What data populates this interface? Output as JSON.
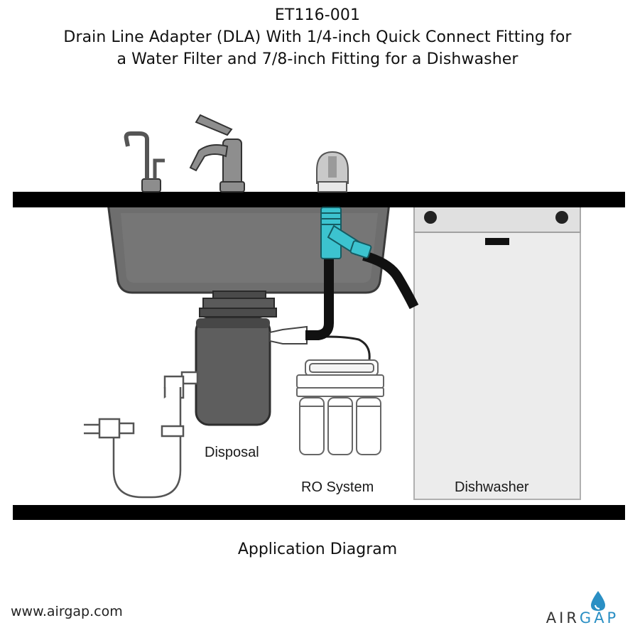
{
  "header": {
    "part_number": "ET116-001",
    "title_line_1": "Drain Line Adapter (DLA) With 1/4-inch Quick Connect Fitting for",
    "title_line_2": "a Water Filter and 7/8-inch Fitting for a Dishwasher"
  },
  "labels": {
    "disposal": "Disposal",
    "ro_system": "RO System",
    "dishwasher": "Dishwasher"
  },
  "caption": "Application Diagram",
  "footer": {
    "website": "www.airgap.com",
    "brand_part_1": "AIR",
    "brand_part_2": "GAP",
    "brand_icon": "water-drop-icon"
  },
  "colors": {
    "adapter": "#3cc3cf",
    "hose": "#111111",
    "counter": "#000000",
    "sink": "#6f6f6f",
    "brand_accent": "#2a8fc4"
  }
}
